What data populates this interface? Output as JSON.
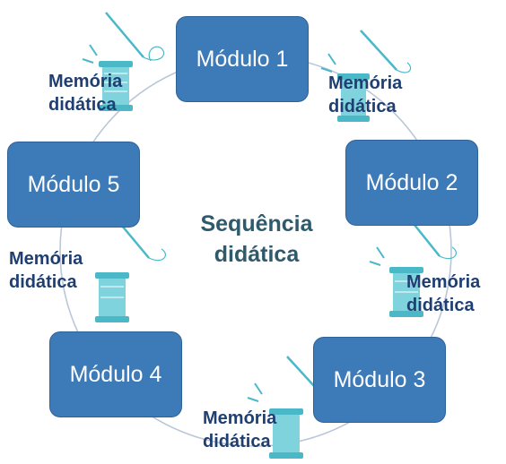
{
  "diagram": {
    "center_label_line1": "Sequência",
    "center_label_line2": "didática",
    "modules": [
      {
        "label": "Módulo 1"
      },
      {
        "label": "Módulo 2"
      },
      {
        "label": "Módulo 3"
      },
      {
        "label": "Módulo 4"
      },
      {
        "label": "Módulo 5"
      }
    ],
    "memory_label_line1": "Memória",
    "memory_label_line2": "didática",
    "icon": "thread-spool-needle-icon",
    "colors": {
      "module_fill": "#3d7ab8",
      "module_text": "#ffffff",
      "memory_text": "#1f3f73",
      "center_text": "#2e5a6b",
      "spool": "#7fd3dc",
      "connector": "#b9c7d8"
    }
  }
}
